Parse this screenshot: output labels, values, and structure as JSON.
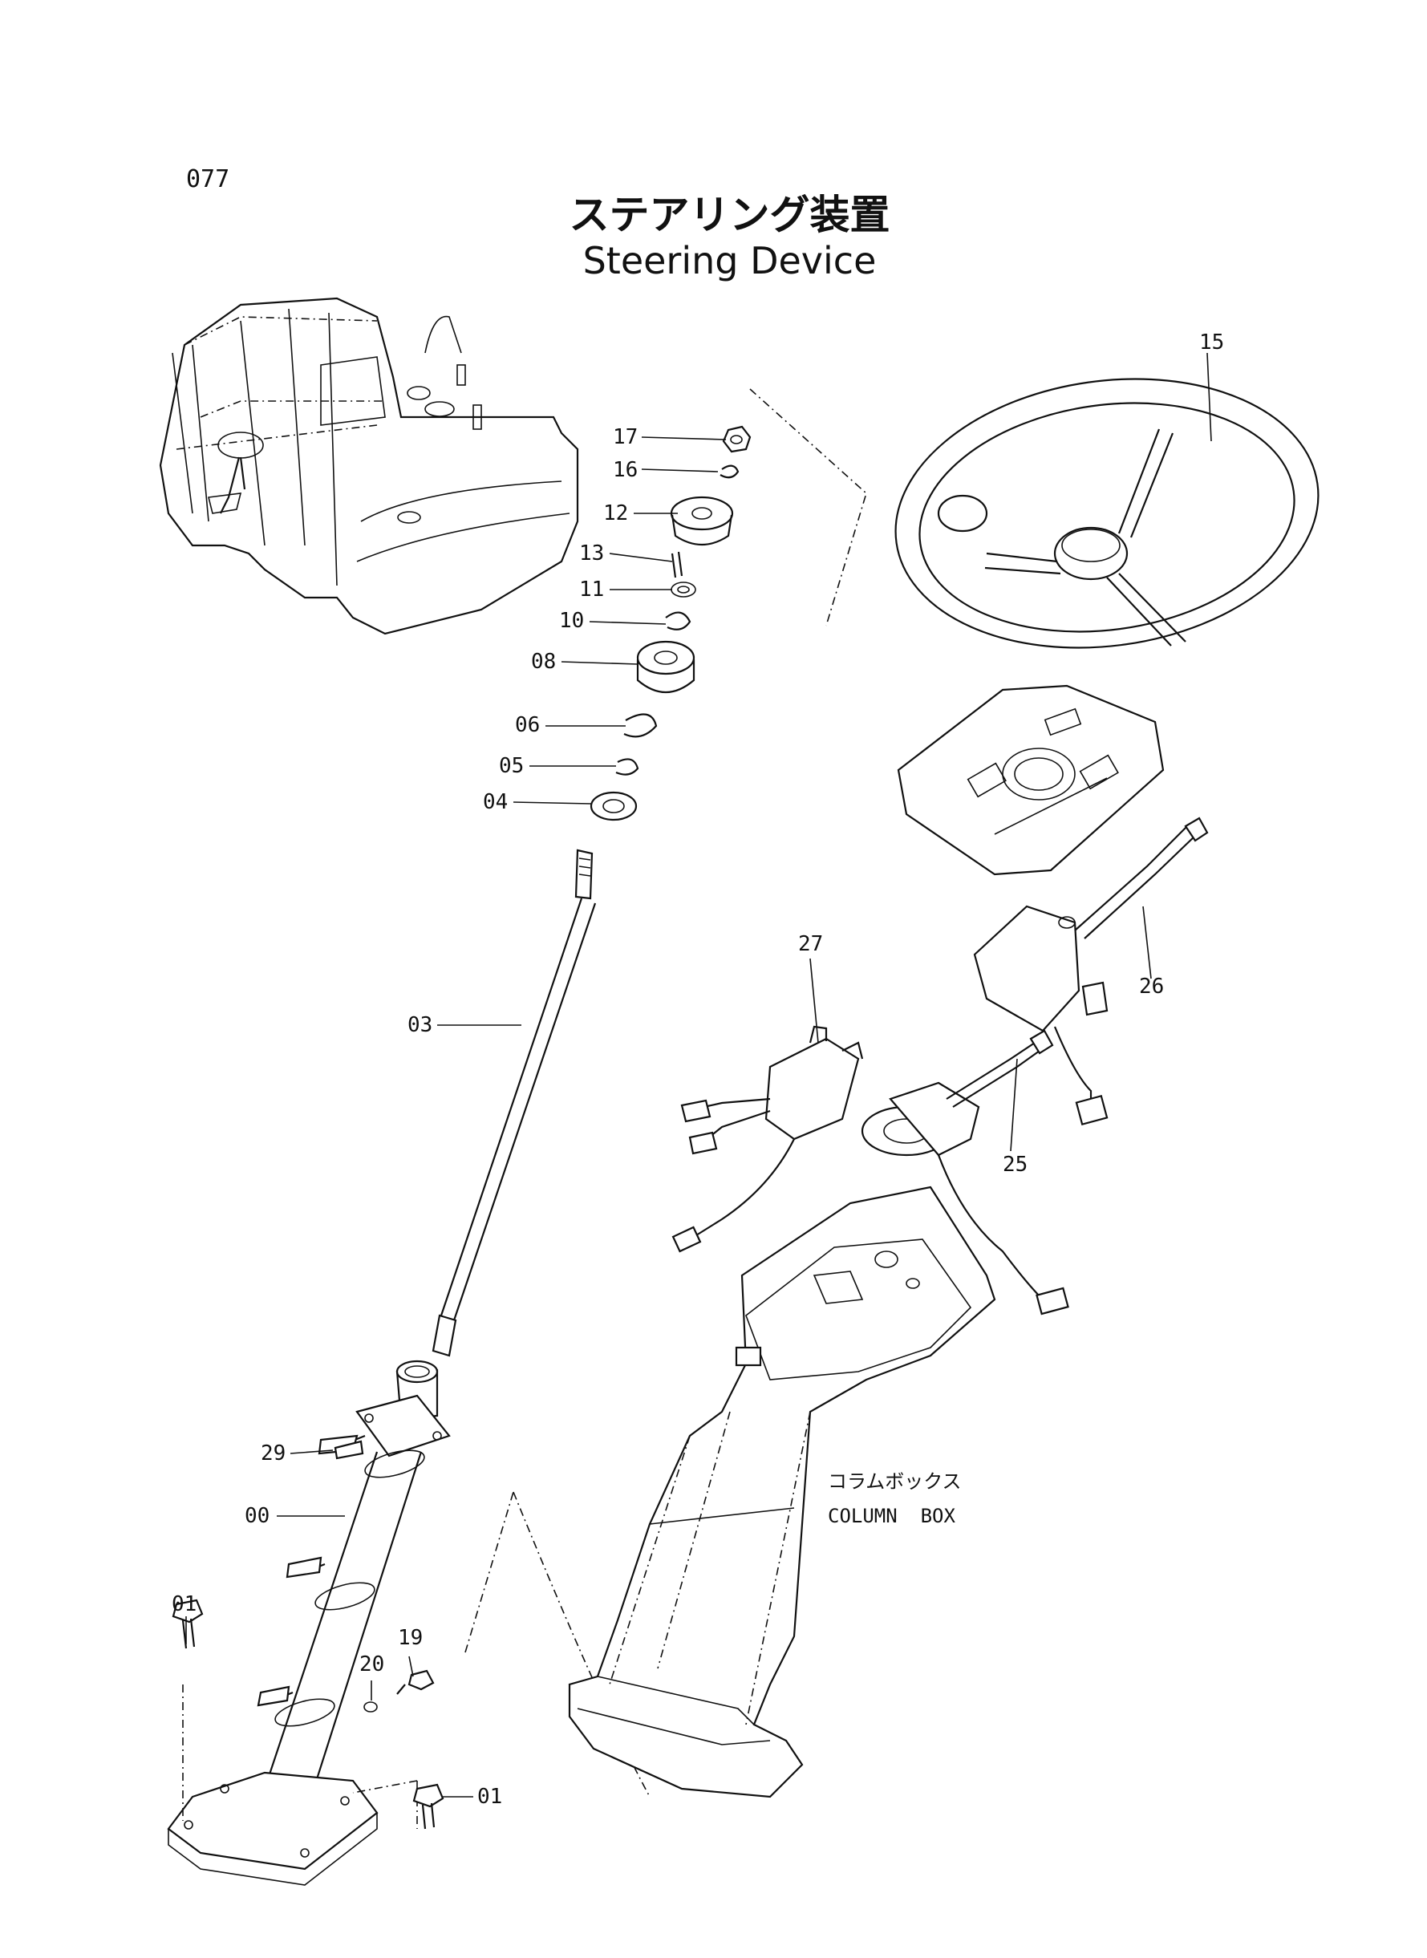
{
  "page": {
    "number": "077",
    "title_jp": "ステアリング装置",
    "title_en": "Steering Device"
  },
  "annotation": {
    "jp": "コラムボックス",
    "en": "COLUMN  BOX"
  },
  "callouts": {
    "p15": "15",
    "p17": "17",
    "p16": "16",
    "p12": "12",
    "p13": "13",
    "p11": "11",
    "p10": "10",
    "p08": "08",
    "p06": "06",
    "p05": "05",
    "p04": "04",
    "p03": "03",
    "p27": "27",
    "p26": "26",
    "p25": "25",
    "p29": "29",
    "p00": "00",
    "p01a": "01",
    "p19": "19",
    "p20": "20",
    "p01b": "01"
  }
}
